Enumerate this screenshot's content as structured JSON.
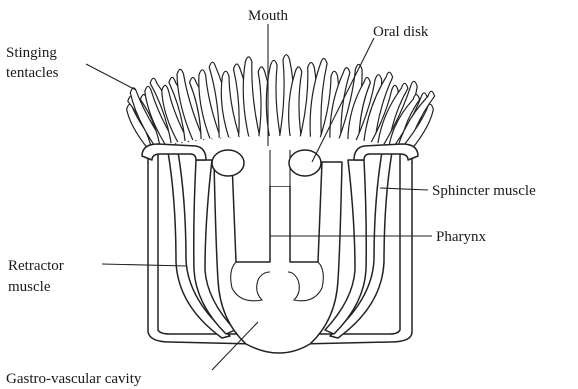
{
  "diagram": {
    "labels": {
      "mouth": "Mouth",
      "oral_disk": "Oral disk",
      "stinging_tentacles": [
        "Stinging",
        "tentacles"
      ],
      "sphincter_muscle": "Sphincter muscle",
      "pharynx": "Pharynx",
      "retractor_muscle": [
        "Retractor",
        "muscle"
      ],
      "gastro_vascular_cavity": "Gastro-vascular cavity"
    },
    "colors": {
      "ink": "#222222",
      "background": "#ffffff"
    }
  }
}
